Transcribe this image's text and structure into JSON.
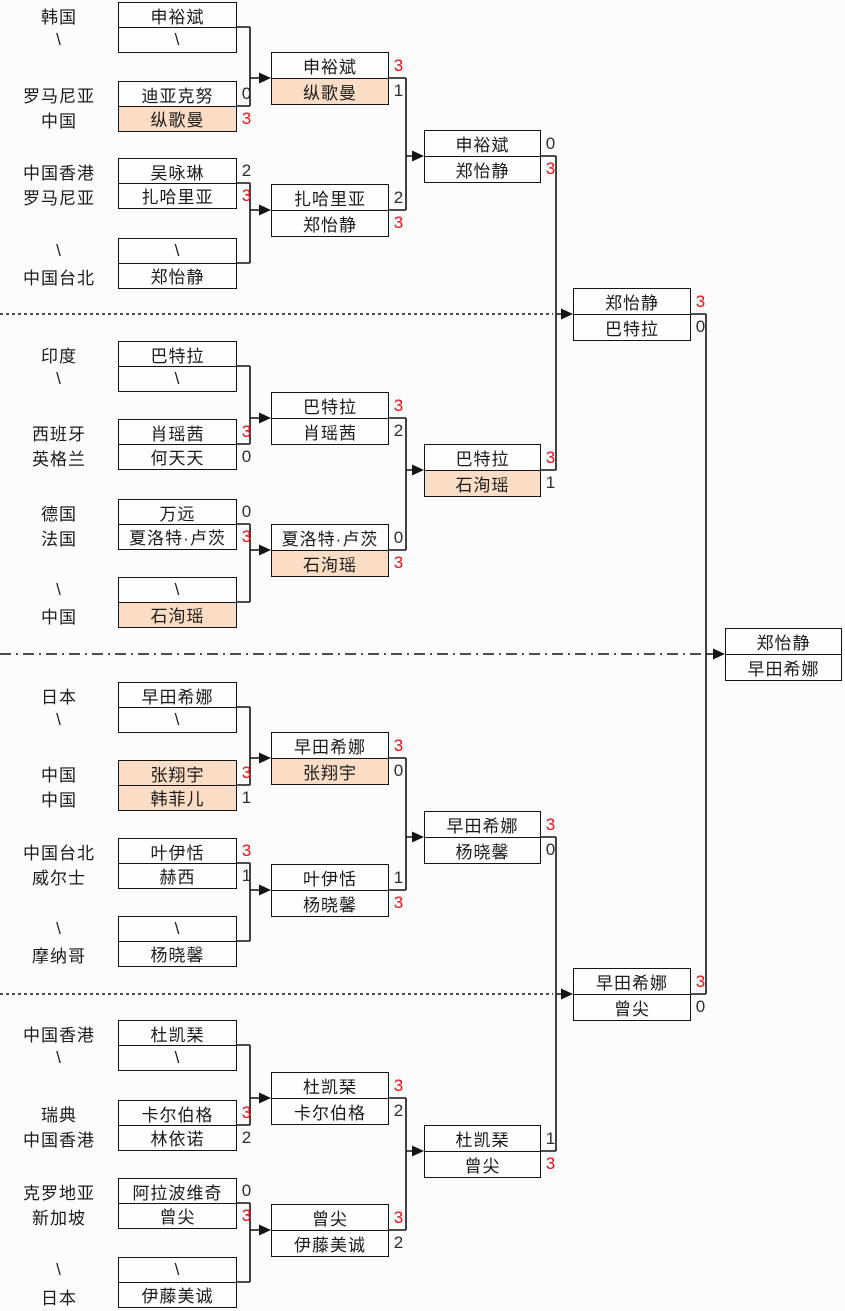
{
  "colors": {
    "highlight": "#fbdcc4",
    "win": "#f20d0d",
    "line": "#141414"
  },
  "labels": [
    "韩国",
    "\\",
    "罗马尼亚",
    "中国",
    "中国香港",
    "罗马尼亚",
    "\\",
    "中国台北",
    "印度",
    "\\",
    "西班牙",
    "英格兰",
    "德国",
    "法国",
    "\\",
    "中国",
    "日本",
    "\\",
    "中国",
    "中国",
    "中国台北",
    "威尔士",
    "\\",
    "摩纳哥",
    "中国香港",
    "\\",
    "瑞典",
    "中国香港",
    "克罗地亚",
    "新加坡",
    "\\",
    "日本"
  ],
  "r1": [
    {
      "n": "申裕斌",
      "s": ""
    },
    {
      "n": "\\",
      "s": ""
    },
    {
      "n": "迪亚克努",
      "s": "0"
    },
    {
      "n": "纵歌曼",
      "s": "3"
    },
    {
      "n": "吴咏琳",
      "s": "2"
    },
    {
      "n": "扎哈里亚",
      "s": "3"
    },
    {
      "n": "\\",
      "s": ""
    },
    {
      "n": "郑怡静",
      "s": ""
    },
    {
      "n": "巴特拉",
      "s": ""
    },
    {
      "n": "\\",
      "s": ""
    },
    {
      "n": "肖瑶茜",
      "s": "3"
    },
    {
      "n": "何天天",
      "s": "0"
    },
    {
      "n": "万远",
      "s": "0"
    },
    {
      "n": "夏洛特·卢茨",
      "s": "3"
    },
    {
      "n": "\\",
      "s": ""
    },
    {
      "n": "石洵瑶",
      "s": ""
    },
    {
      "n": "早田希娜",
      "s": ""
    },
    {
      "n": "\\",
      "s": ""
    },
    {
      "n": "张翔宇",
      "s": "3"
    },
    {
      "n": "韩菲儿",
      "s": "1"
    },
    {
      "n": "叶伊恬",
      "s": "3"
    },
    {
      "n": "赫西",
      "s": "1"
    },
    {
      "n": "\\",
      "s": ""
    },
    {
      "n": "杨晓馨",
      "s": ""
    },
    {
      "n": "杜凯琹",
      "s": ""
    },
    {
      "n": "\\",
      "s": ""
    },
    {
      "n": "卡尔伯格",
      "s": "3"
    },
    {
      "n": "林依诺",
      "s": "2"
    },
    {
      "n": "阿拉波维奇",
      "s": "0"
    },
    {
      "n": "曾尖",
      "s": "3"
    },
    {
      "n": "\\",
      "s": ""
    },
    {
      "n": "伊藤美诚",
      "s": ""
    }
  ],
  "r2": [
    {
      "n": "申裕斌",
      "s": "3"
    },
    {
      "n": "纵歌曼",
      "s": "1"
    },
    {
      "n": "扎哈里亚",
      "s": "2"
    },
    {
      "n": "郑怡静",
      "s": "3"
    },
    {
      "n": "巴特拉",
      "s": "3"
    },
    {
      "n": "肖瑶茜",
      "s": "2"
    },
    {
      "n": "夏洛特·卢茨",
      "s": "0"
    },
    {
      "n": "石洵瑶",
      "s": "3"
    },
    {
      "n": "早田希娜",
      "s": "3"
    },
    {
      "n": "张翔宇",
      "s": "0"
    },
    {
      "n": "叶伊恬",
      "s": "1"
    },
    {
      "n": "杨晓馨",
      "s": "3"
    },
    {
      "n": "杜凯琹",
      "s": "3"
    },
    {
      "n": "卡尔伯格",
      "s": "2"
    },
    {
      "n": "曾尖",
      "s": "3"
    },
    {
      "n": "伊藤美诚",
      "s": "2"
    }
  ],
  "qf": [
    {
      "n": "申裕斌",
      "s": "0"
    },
    {
      "n": "郑怡静",
      "s": "3"
    },
    {
      "n": "巴特拉",
      "s": "3"
    },
    {
      "n": "石洵瑶",
      "s": "1"
    },
    {
      "n": "早田希娜",
      "s": "3"
    },
    {
      "n": "杨晓馨",
      "s": "0"
    },
    {
      "n": "杜凯琹",
      "s": "1"
    },
    {
      "n": "曾尖",
      "s": "3"
    }
  ],
  "sf": [
    {
      "n": "郑怡静",
      "s": "3"
    },
    {
      "n": "巴特拉",
      "s": "0"
    },
    {
      "n": "早田希娜",
      "s": "3"
    },
    {
      "n": "曾尖",
      "s": "0"
    }
  ],
  "final": [
    {
      "n": "郑怡静",
      "s": ""
    },
    {
      "n": "早田希娜",
      "s": ""
    }
  ]
}
